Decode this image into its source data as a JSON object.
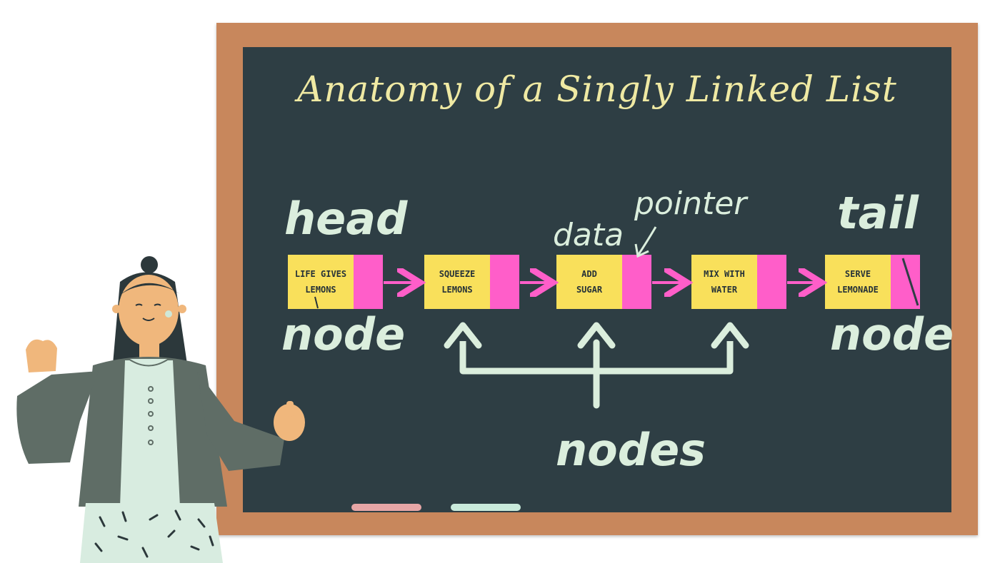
{
  "title": "Anatomy of a Singly Linked List",
  "labels": {
    "head": "head",
    "tail": "tail",
    "data": "data",
    "pointer": "pointer",
    "node_left": "node",
    "node_right": "node",
    "nodes": "nodes"
  },
  "nodes": [
    {
      "text": "LIFE GIVES\nLEMONS"
    },
    {
      "text": "SQUEEZE\nLEMONS"
    },
    {
      "text": "ADD\nSUGAR"
    },
    {
      "text": "MIX WITH\nWATER"
    },
    {
      "text": "SERVE\nLEMONADE"
    }
  ],
  "colors": {
    "board": "#2e3e44",
    "frame": "#c8875c",
    "data_cell": "#f9e05b",
    "pointer_cell": "#ff5ec9",
    "title": "#efe9a3",
    "chalk": "#dbeedd"
  }
}
